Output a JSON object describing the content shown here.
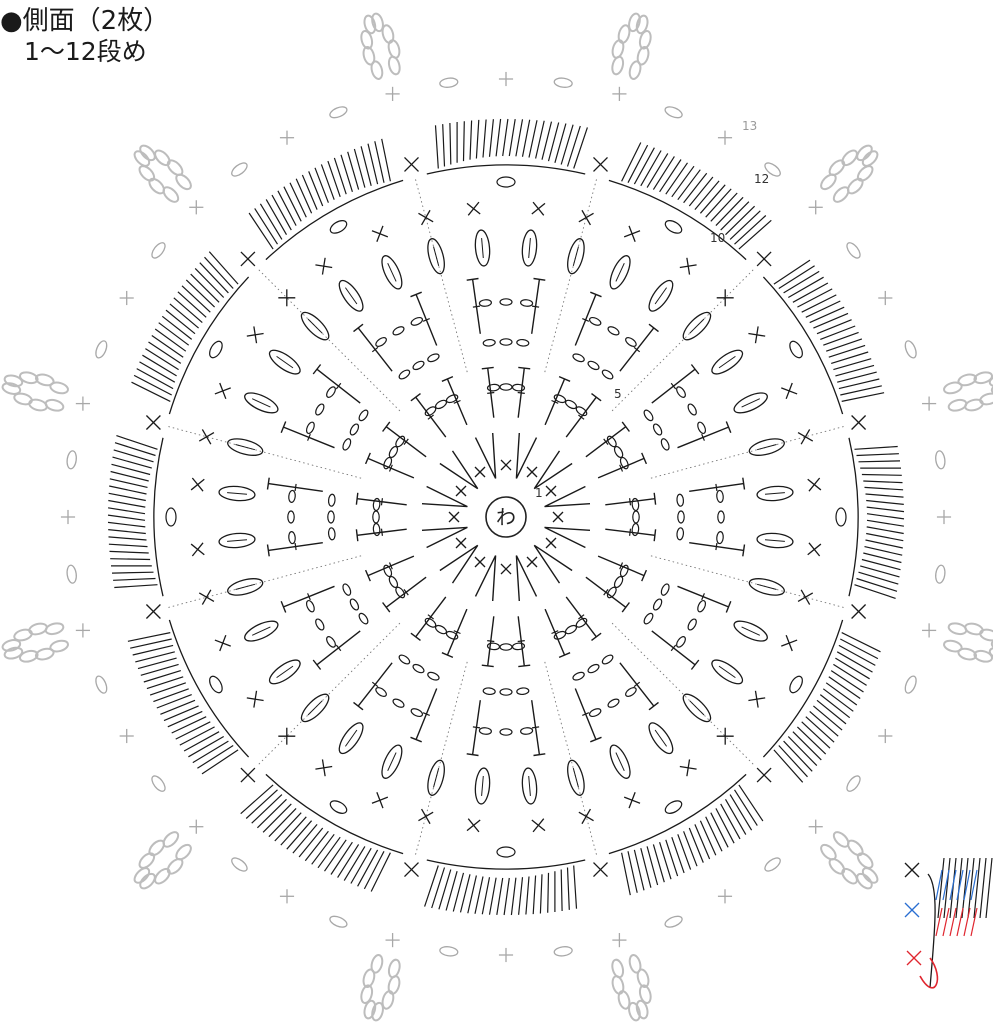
{
  "title": "●側面（2枚）",
  "subtitle": "1～12段め",
  "center_label": "わ",
  "round_numbers": [
    "1",
    "5",
    "10",
    "12",
    "13"
  ],
  "motif": {
    "repeats": 12,
    "colors": {
      "stitch": "#1a1a1a",
      "edging": "#a8a8a8",
      "chain_ring": "#bdbdbd",
      "legend_blue": "#2a6fd1",
      "legend_red": "#e0262f"
    }
  },
  "icons": {
    "single_crochet": "x-mark",
    "chain": "oval",
    "double_crochet": "t-bar",
    "cluster": "leaf-bobble",
    "fan": "dense-shell",
    "picot_ring": "chain-loop"
  }
}
